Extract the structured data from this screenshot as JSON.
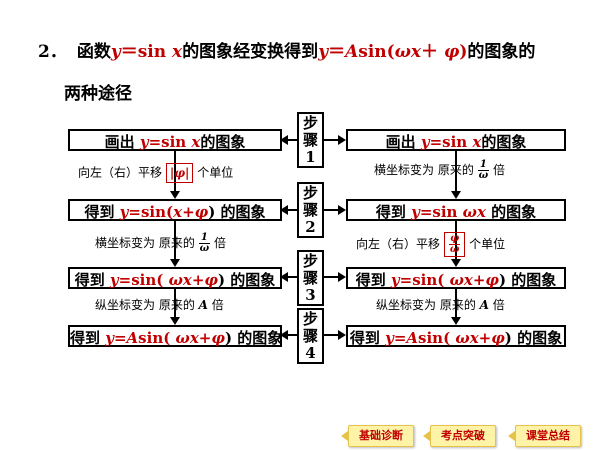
{
  "title": {
    "num": "2．",
    "part1": "函数",
    "f1": "y",
    "f2": "＝sin ",
    "f3": "x",
    "part2": "的图象经变换得到",
    "g1": "y",
    "g2": "＝",
    "g3": "A",
    "g4": "sin(",
    "g5": "ωx",
    "g6": "＋ ",
    "g7": "φ",
    "g8": ")",
    "part3": "的图象的",
    "line2": "两种途径"
  },
  "steps": [
    {
      "c1": "步",
      "c2": "骤",
      "n": "1"
    },
    {
      "c1": "步",
      "c2": "骤",
      "n": "2"
    },
    {
      "c1": "步",
      "c2": "骤",
      "n": "3"
    },
    {
      "c1": "步",
      "c2": "骤",
      "n": "4"
    }
  ],
  "left": {
    "box1": {
      "a": "画出 ",
      "b": "y",
      "c": "=sin ",
      "d": "x",
      "e": "的图象"
    },
    "note1": {
      "a": "向左（右）平移 ",
      "b": "|φ|",
      "c": " 个单位"
    },
    "box2": {
      "a": "得到 ",
      "b": "y",
      "c": "=sin(",
      "d": "x",
      "e": "+",
      "f": "φ",
      "g": ") 的图象"
    },
    "note2": {
      "a": "横坐标变为   原来的 ",
      "num": "1",
      "den": "ω",
      "c": " 倍"
    },
    "box3": {
      "a": "得到 ",
      "b": "y",
      "c": "=sin( ",
      "d": "ωx",
      "e": "+",
      "f": "φ",
      "g": ") 的图象"
    },
    "note3": {
      "a": "纵坐标变为   原来的 ",
      "b": "A",
      "c": " 倍"
    },
    "box4": {
      "a": "得到 ",
      "b": "y",
      "c": "=",
      "d": "A",
      "e": "sin( ",
      "f": "ωx",
      "g": "+",
      "h": "φ",
      "i": ") 的图象"
    }
  },
  "right": {
    "box1": {
      "a": "画出 ",
      "b": "y",
      "c": "=sin ",
      "d": "x",
      "e": "的图象"
    },
    "note1": {
      "a": "横坐标变为   原来的 ",
      "num": "1",
      "den": "ω",
      "c": " 倍"
    },
    "box2": {
      "a": "得到 ",
      "b": "y",
      "c": "=sin ",
      "d": "ωx",
      "e": " 的图象"
    },
    "note2": {
      "a": "向左（右）平移 ",
      "num": "φ",
      "den": "ω",
      "c": " 个单位"
    },
    "box3": {
      "a": "得到 ",
      "b": "y",
      "c": "=sin( ",
      "d": "ωx",
      "e": "+",
      "f": "φ",
      "g": ") 的图象"
    },
    "note3": {
      "a": "纵坐标变为   原来的 ",
      "b": "A",
      "c": " 倍"
    },
    "box4": {
      "a": "得到 ",
      "b": "y",
      "c": "=",
      "d": "A",
      "e": "sin( ",
      "f": "ωx",
      "g": "+",
      "h": "φ",
      "i": ") 的图象"
    }
  },
  "nav": {
    "btn1": "基础诊断",
    "btn2": "考点突破",
    "btn3": "课堂总结"
  },
  "colors": {
    "accent": "#c00000",
    "nav_bg": "#fff3a8"
  }
}
